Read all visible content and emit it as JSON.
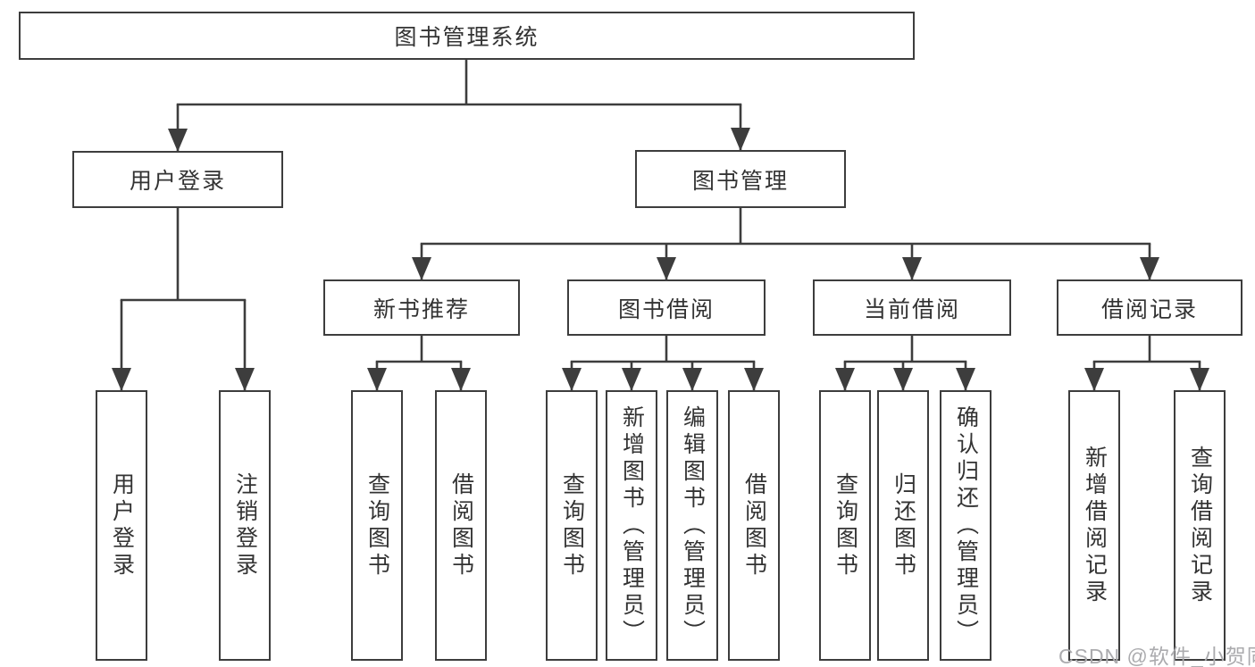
{
  "diagram": {
    "root": {
      "label": "图书管理系统"
    },
    "level2": [
      {
        "label": "用户登录",
        "children": [
          {
            "label": "用户登录"
          },
          {
            "label": "注销登录"
          }
        ]
      },
      {
        "label": "图书管理",
        "children": [
          {
            "label": "新书推荐",
            "children": [
              {
                "label": "查询图书"
              },
              {
                "label": "借阅图书"
              }
            ]
          },
          {
            "label": "图书借阅",
            "children": [
              {
                "label": "查询图书"
              },
              {
                "label": "新增图书（管理员）"
              },
              {
                "label": "编辑图书（管理员）"
              },
              {
                "label": "借阅图书"
              }
            ]
          },
          {
            "label": "当前借阅",
            "children": [
              {
                "label": "查询图书"
              },
              {
                "label": "归还图书"
              },
              {
                "label": "确认归还（管理员）"
              }
            ]
          },
          {
            "label": "借阅记录",
            "children": [
              {
                "label": "新增借阅记录"
              },
              {
                "label": "查询借阅记录"
              }
            ]
          }
        ]
      }
    ]
  },
  "watermark": {
    "text": "CSDN @软件_小贺同学"
  },
  "colors": {
    "line": "#3d3d3d",
    "text": "#333333",
    "background": "#ffffff",
    "watermark": "#ababae"
  }
}
